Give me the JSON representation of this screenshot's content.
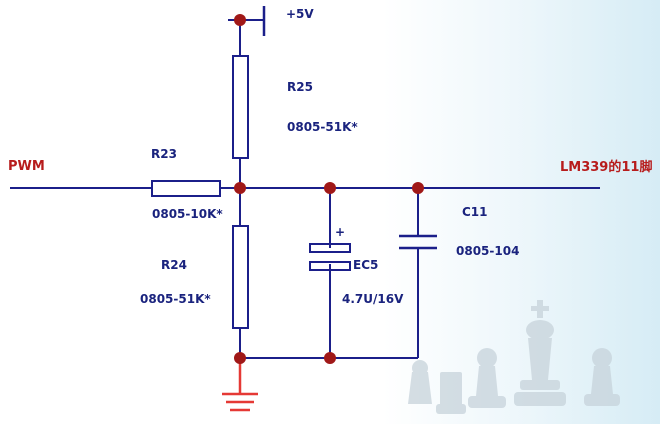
{
  "colors": {
    "wire": "#1b1f8a",
    "junction": "#a01818",
    "ground": "#e53935",
    "label": "#1a237e",
    "net_label": "#b71c1c"
  },
  "labels": {
    "vcc": "+5V",
    "pwm": "PWM",
    "output": "LM339的11脚",
    "r23_ref": "R23",
    "r23_val": "0805-10K*",
    "r24_ref": "R24",
    "r24_val": "0805-51K*",
    "r25_ref": "R25",
    "r25_val": "0805-51K*",
    "ec5_ref": "EC5",
    "ec5_val": "4.7U/16V",
    "ec5_polarity": "+",
    "c11_ref": "C11",
    "c11_val": "0805-104"
  },
  "decor": {
    "background_image": "chess-pieces"
  }
}
